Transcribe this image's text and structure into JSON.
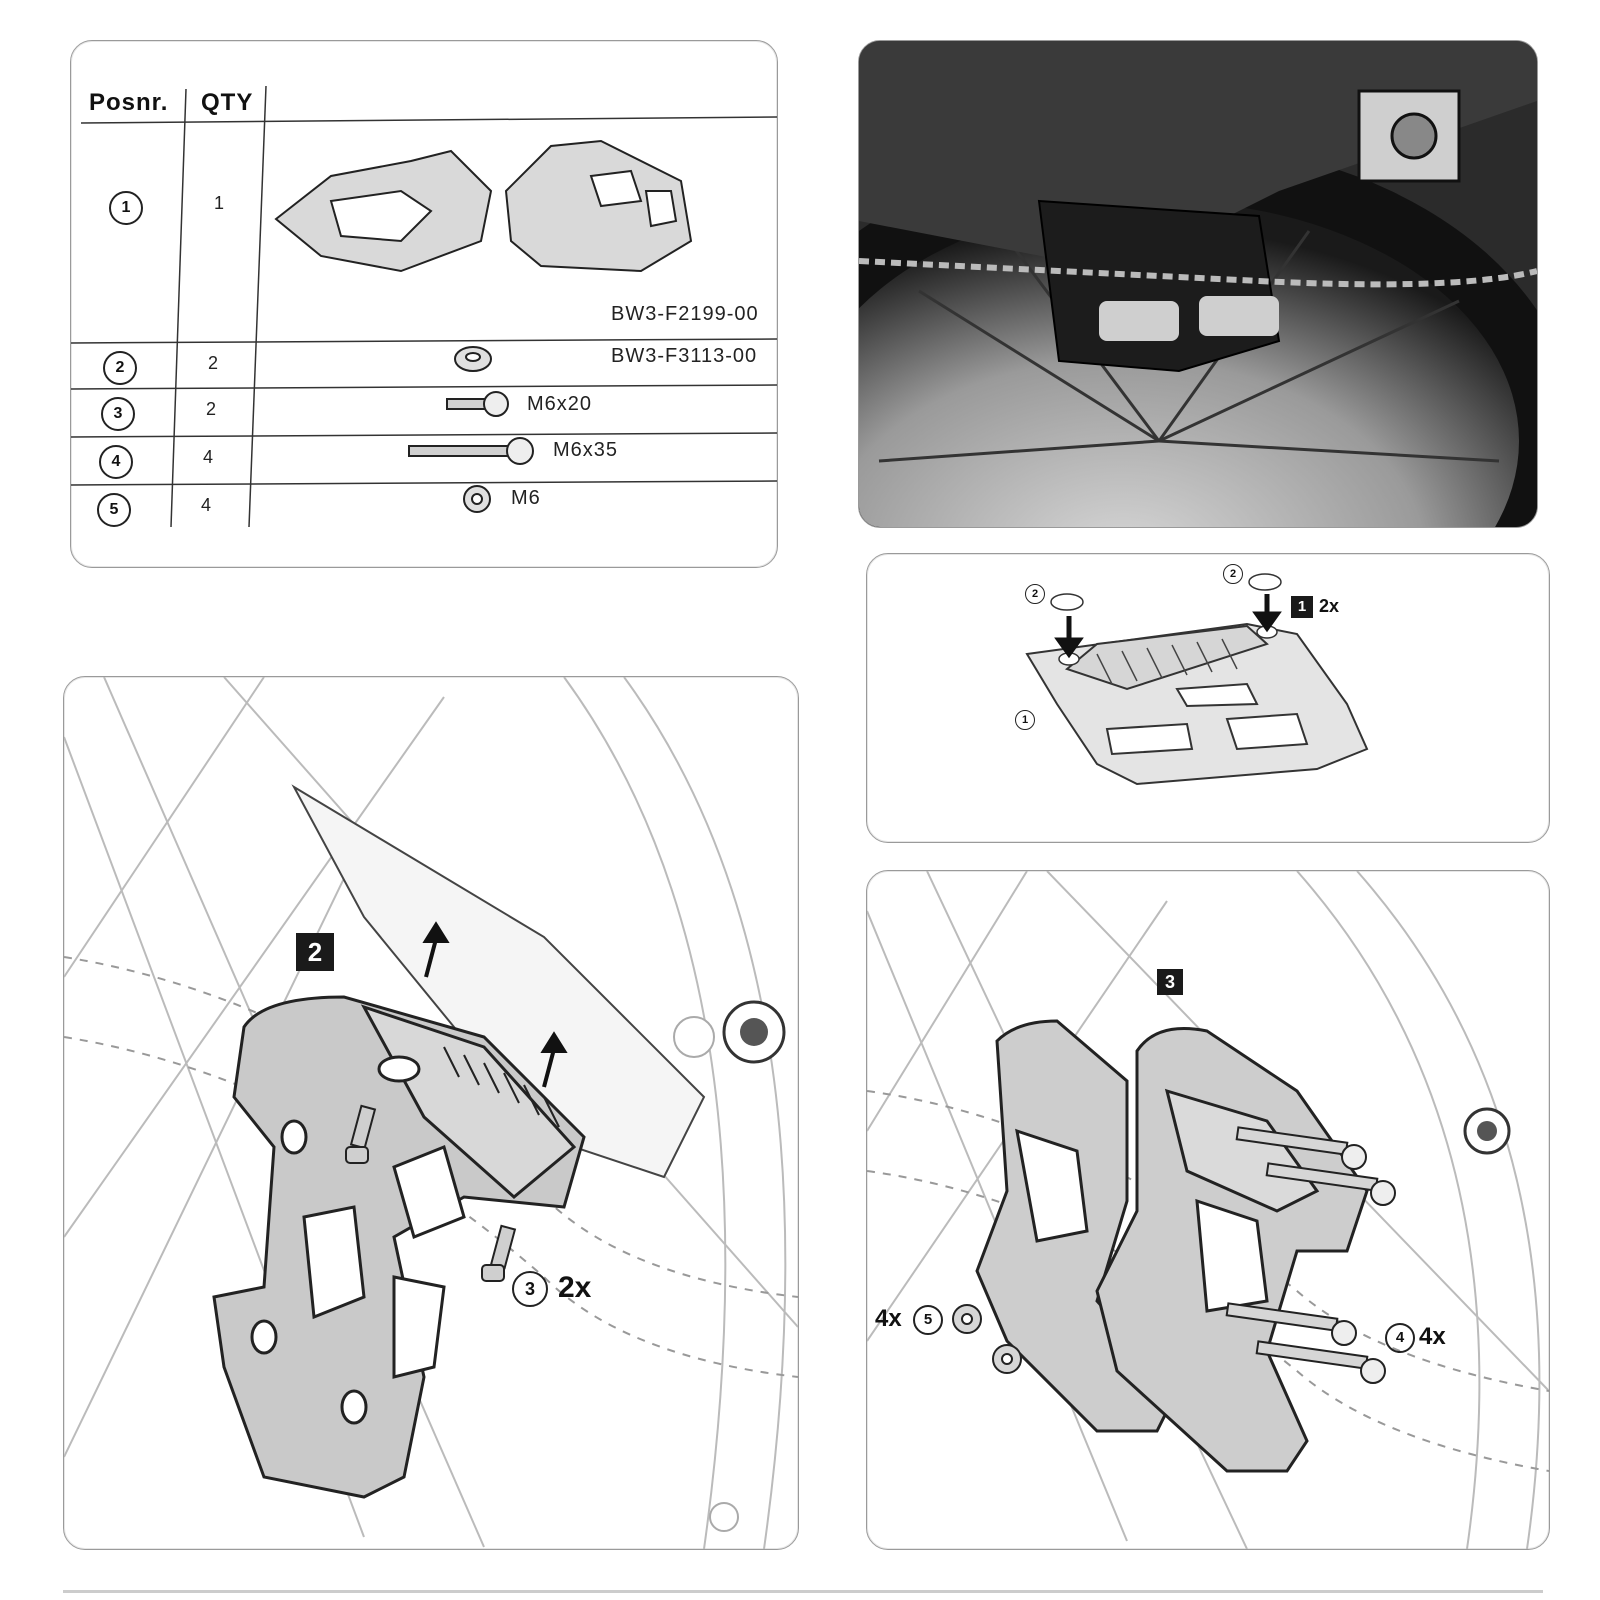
{
  "table": {
    "headers": {
      "pos": "Posnr.",
      "qty": "QTY"
    },
    "rows": [
      {
        "pos": "1",
        "qty": "1",
        "code": "BW3-F2199-00"
      },
      {
        "pos": "2",
        "qty": "2",
        "code": "BW3-F3113-00"
      },
      {
        "pos": "3",
        "qty": "2",
        "size": "M6x20"
      },
      {
        "pos": "4",
        "qty": "4",
        "size": "M6x35"
      },
      {
        "pos": "5",
        "qty": "4",
        "size": "M6"
      }
    ]
  },
  "step1": {
    "step": "1",
    "callout_a": "2",
    "callout_b": "2",
    "callout_c": "1",
    "multiplier": "2x"
  },
  "step2": {
    "step": "2",
    "callout": "3",
    "multiplier": "2x"
  },
  "step3": {
    "step": "3",
    "callout_bolt": "4",
    "bolt_mult": "4x",
    "callout_nut": "5",
    "nut_mult": "4x"
  }
}
